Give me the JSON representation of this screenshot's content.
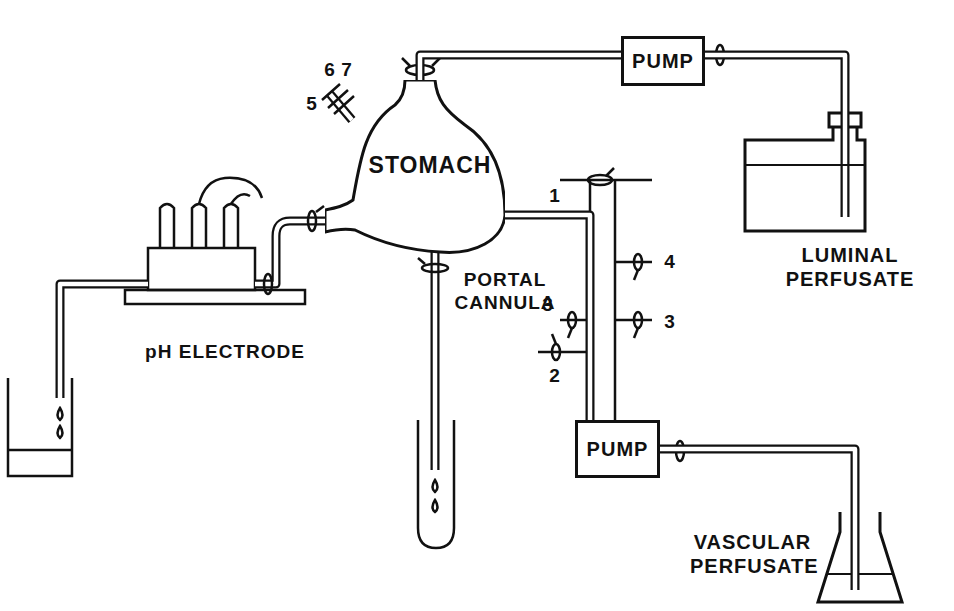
{
  "diagram": {
    "nodes": [
      {
        "text": [
          "STOMACH"
        ]
      },
      {
        "text": [
          "PUMP"
        ]
      },
      {
        "text": [
          "LUMINAL PERFUSATE"
        ]
      },
      {
        "text": [
          "PUMP"
        ]
      },
      {
        "text": [
          "VASCULAR PERFUSATE"
        ]
      }
    ],
    "edges": [
      {
        "from": 2,
        "to": 1,
        "arrow": "none"
      },
      {
        "from": 1,
        "to": 0,
        "arrow": "none"
      },
      {
        "from": 4,
        "to": 3,
        "arrow": "none"
      },
      {
        "from": 3,
        "to": 0,
        "arrow": "none"
      }
    ],
    "labels": [
      "1",
      "2",
      "3",
      "3",
      "4",
      "5",
      "6",
      "7",
      "pH ELECTRODE",
      "PORTAL CANNULA"
    ]
  }
}
